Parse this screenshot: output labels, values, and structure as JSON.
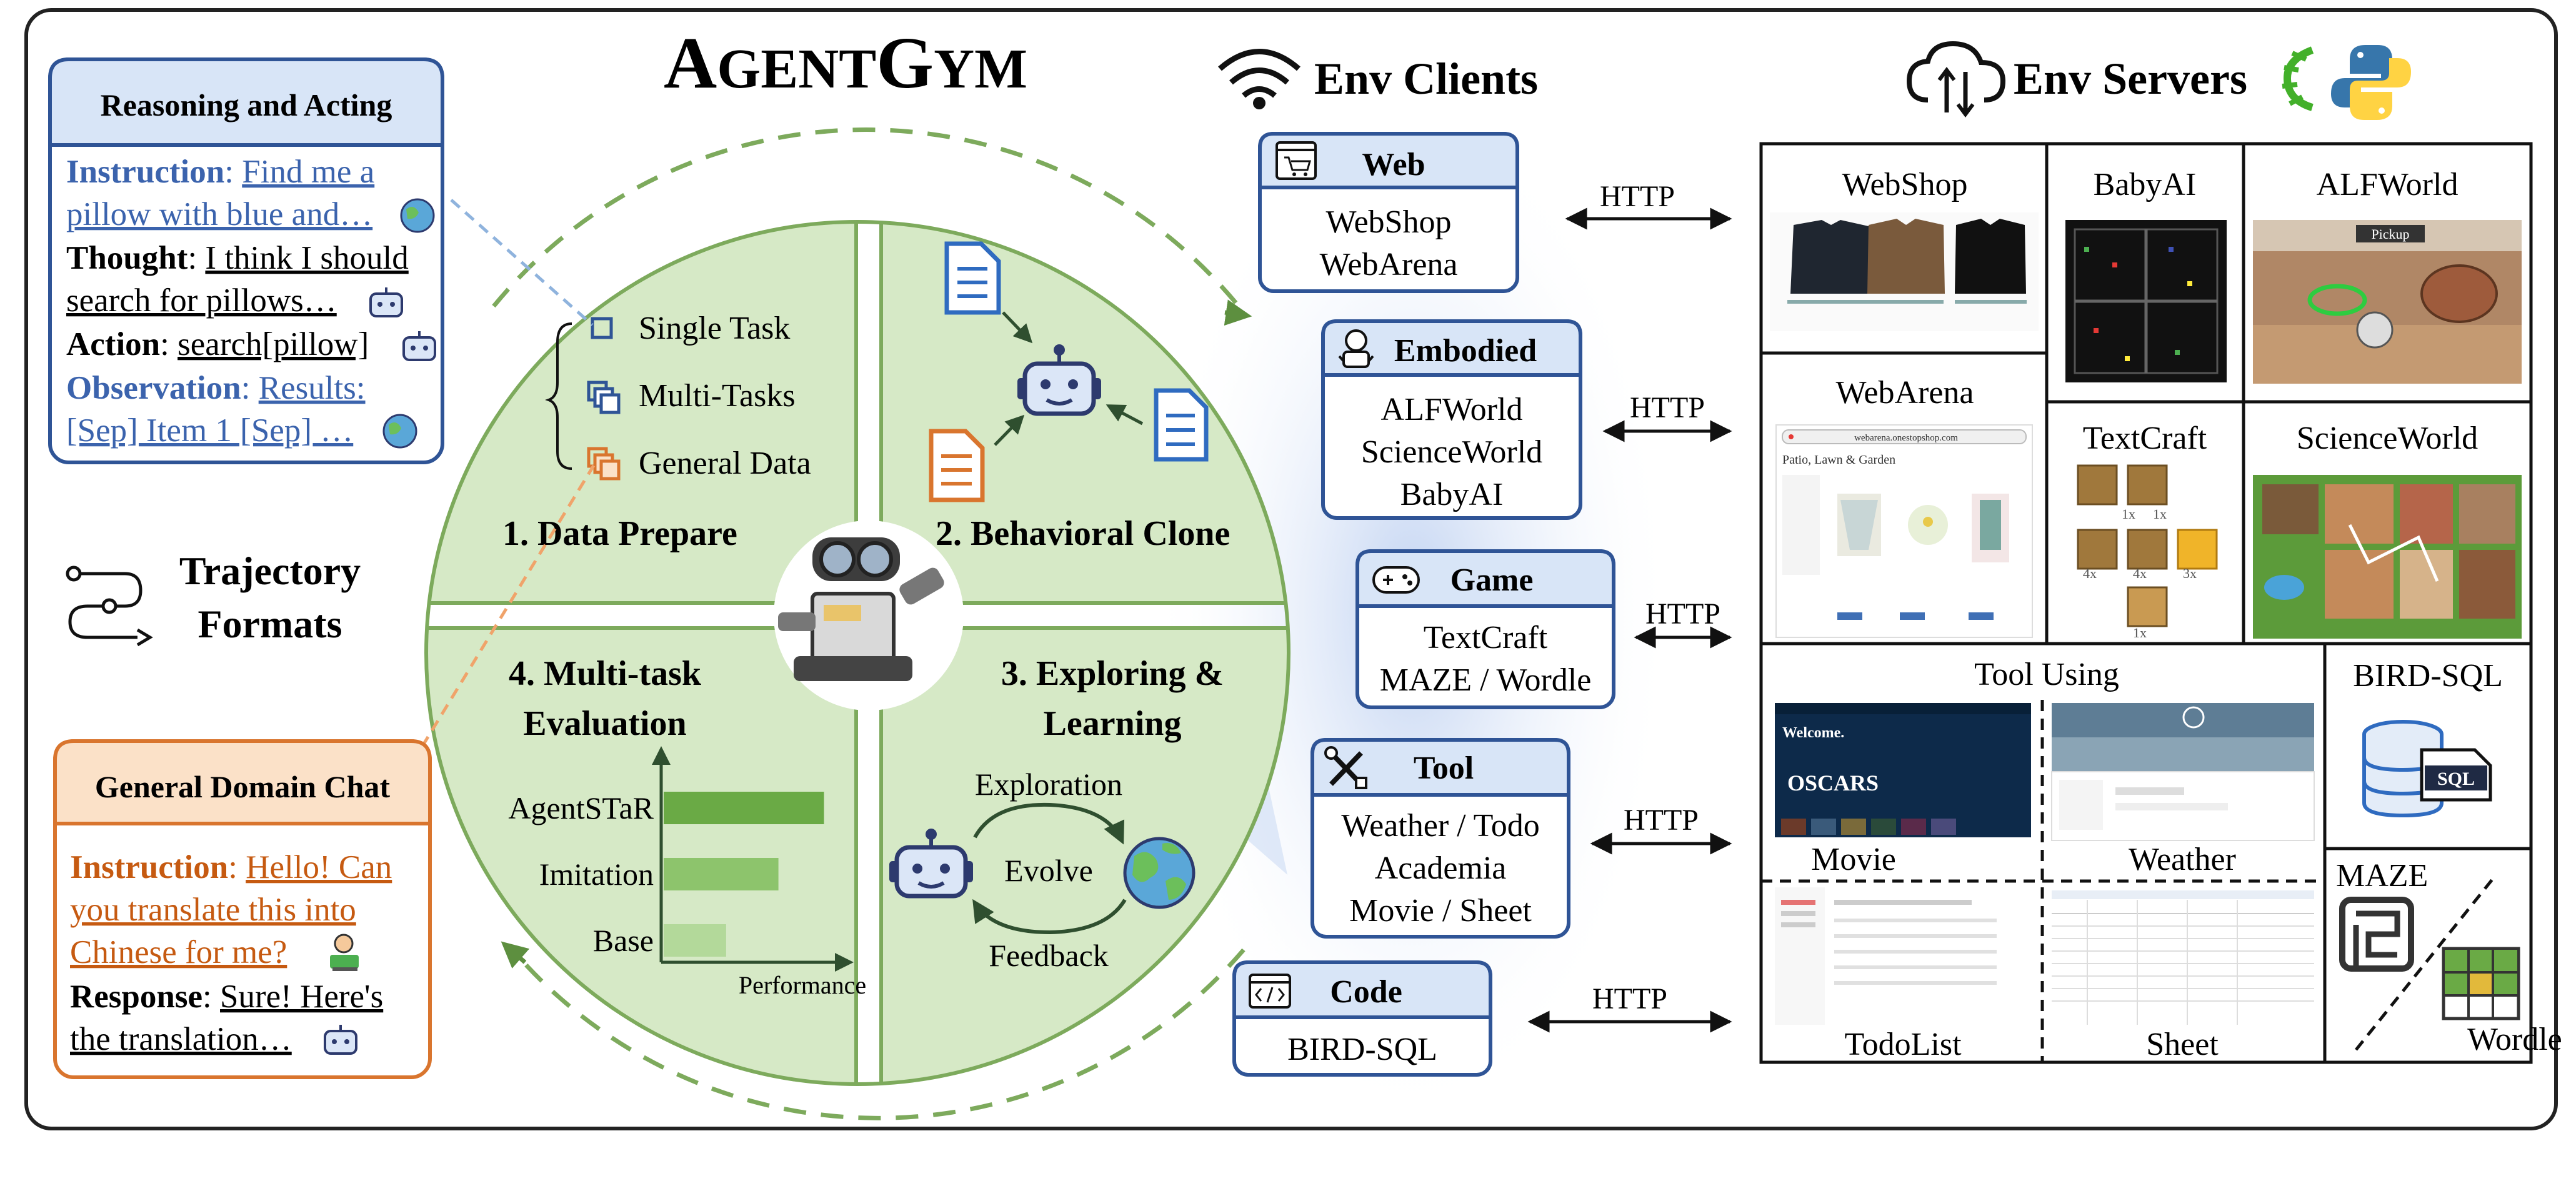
{
  "title": {
    "prefix_big1": "A",
    "small1": "GENT",
    "prefix_big2": "G",
    "small2": "YM"
  },
  "reasoning": {
    "header": "Reasoning and Acting",
    "rows": [
      {
        "label": "Instruction",
        "text1": "Find me a",
        "text2": "pillow with blue and…"
      },
      {
        "label": "Thought",
        "text1": "I think I should",
        "text2": "search for pillows…"
      },
      {
        "label": "Action",
        "text1": "search[pillow]"
      },
      {
        "label": "Observation",
        "text1": "Results:",
        "text2": "[Sep] Item 1 [Sep] …"
      }
    ],
    "sep": ": "
  },
  "trajectory": {
    "line1": "Trajectory",
    "line2": "Formats"
  },
  "chat": {
    "header": "General Domain Chat",
    "instruction_label": "Instruction",
    "instruction_lines": [
      "Hello! Can",
      "you translate this into",
      "Chinese for me?"
    ],
    "response_label": "Response",
    "response_lines": [
      "Sure! Here's",
      "the translation…"
    ]
  },
  "circle": {
    "q1": "1. Data Prepare",
    "q2": "2. Behavioral Clone",
    "q3_line1": "3. Exploring &",
    "q3_line2": "Learning",
    "q4_line1": "4. Multi-task",
    "q4_line2": "Evaluation",
    "data_items": [
      "Single Task",
      "Multi-Tasks",
      "General Data"
    ],
    "explore": {
      "top": "Exploration",
      "mid": "Evolve",
      "bottom": "Feedback"
    }
  },
  "chart_data": {
    "type": "bar",
    "orientation": "horizontal",
    "categories": [
      "AgentSTaR",
      "Imitation",
      "Base"
    ],
    "values": [
      0.95,
      0.68,
      0.37
    ],
    "xlabel": "Performance",
    "ylabel": "",
    "colors": [
      "#6aaa45",
      "#8dc46c",
      "#b3d99a"
    ],
    "grid": false
  },
  "clients": {
    "header": "Env Clients",
    "http": "HTTP",
    "boxes": [
      {
        "title": "Web",
        "icon": "cart-icon",
        "lines": [
          "WebShop",
          "WebArena"
        ]
      },
      {
        "title": "Embodied",
        "icon": "robot-arm-icon",
        "lines": [
          "ALFWorld",
          "ScienceWorld",
          "BabyAI"
        ]
      },
      {
        "title": "Game",
        "icon": "gamepad-icon",
        "lines": [
          "TextCraft",
          "MAZE / Wordle"
        ]
      },
      {
        "title": "Tool",
        "icon": "tools-icon",
        "lines": [
          "Weather / Todo",
          "Academia",
          "Movie / Sheet"
        ]
      },
      {
        "title": "Code",
        "icon": "code-icon",
        "lines": [
          "BIRD-SQL"
        ]
      }
    ]
  },
  "servers": {
    "header": "Env Servers",
    "cells": {
      "webshop": "WebShop",
      "babyai": "BabyAI",
      "alfworld": "ALFWorld",
      "webarena": "WebArena",
      "textcraft": "TextCraft",
      "scienceworld": "ScienceWorld",
      "toolusing": "Tool Using",
      "birdsql": "BIRD-SQL",
      "movie": "Movie",
      "weather": "Weather",
      "todolist": "TodoList",
      "sheet": "Sheet",
      "maze": "MAZE",
      "wordle": "Wordle"
    },
    "thumb_text": {
      "webarena_url": "webarena.onestopshop.com",
      "webarena_heading": "Patio, Lawn & Garden",
      "alf_pickup": "Pickup",
      "movie_welcome": "Welcome.",
      "movie_oscars": "OSCARS",
      "sql_badge": "SQL",
      "tc_1x": "1x",
      "tc_4x": "4x",
      "tc_3x": "3x"
    }
  },
  "colors": {
    "green_fill": "#d6e9c6",
    "green_stroke": "#7daa5c",
    "blue_header": "#d8e5f7",
    "blue_stroke": "#2f5496",
    "orange_header": "#fbe1c8",
    "orange_stroke": "#d9752e",
    "orange_text": "#c65a11",
    "blue_text": "#3b63ad"
  }
}
